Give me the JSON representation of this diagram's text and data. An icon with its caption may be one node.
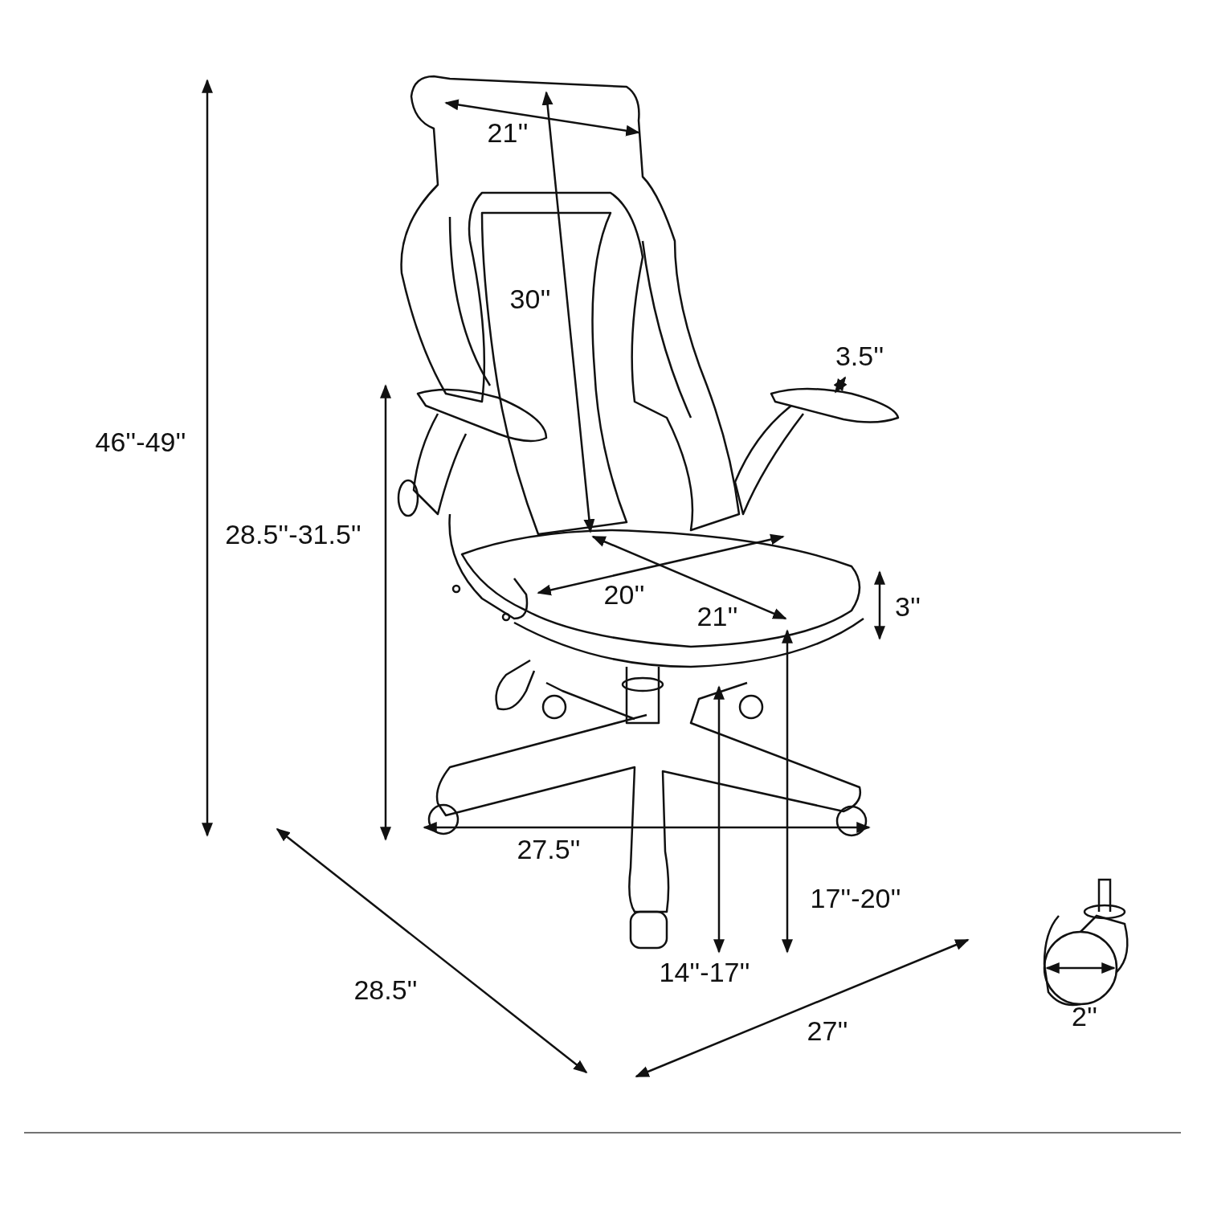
{
  "diagram": {
    "labels": [
      "21''",
      "30''",
      "3.5''",
      "46''-49''",
      "28.5''-31.5''",
      "20''",
      "21''",
      "3''",
      "27.5''",
      "17''-20''",
      "14''-17''",
      "28.5''",
      "27''",
      "2''"
    ]
  }
}
